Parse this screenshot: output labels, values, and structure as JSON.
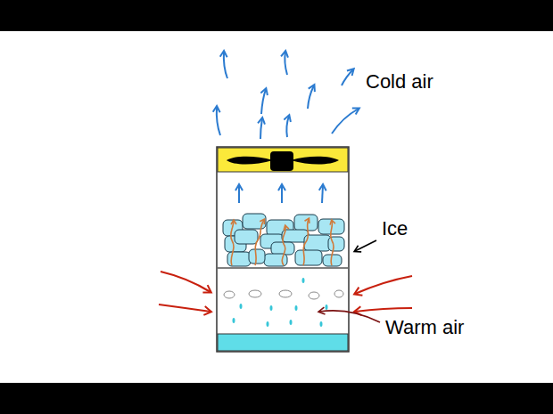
{
  "diagram": {
    "labels": [
      "Cold air",
      "Ice",
      "Warm air"
    ]
  }
}
